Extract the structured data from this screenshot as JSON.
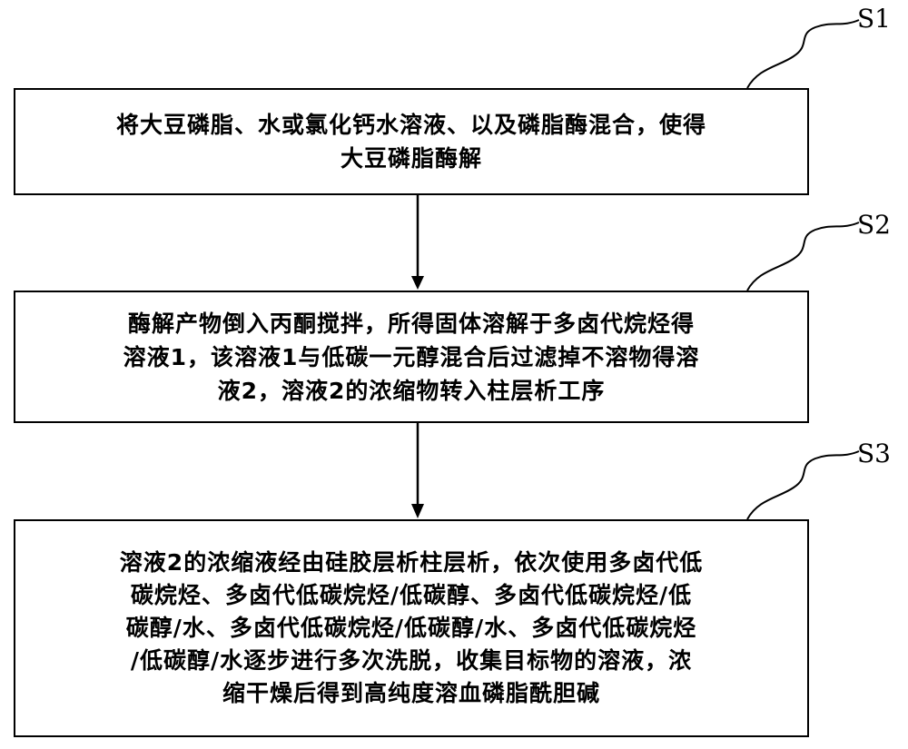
{
  "steps": [
    {
      "id": "S1",
      "text": "将大豆磷脂、水或氯化钙水溶液、以及磷脂酶混合，使得\n大豆磷脂酶解"
    },
    {
      "id": "S2",
      "text": "酶解产物倒入丙酮搅拌，所得固体溶解于多卤代烷烃得\n溶液1，该溶液1与低碳一元醇混合后过滤掉不溶物得溶\n液2，溶液2的浓缩物转入柱层析工序"
    },
    {
      "id": "S3",
      "text": "溶液2的浓缩液经由硅胶层析柱层析，依次使用多卤代低\n碳烷烃、多卤代低碳烷烃/低碳醇、多卤代低碳烷烃/低\n碳醇/水、多卤代低碳烷烃/低碳醇/水、多卤代低碳烷烃\n/低碳醇/水逐步进行多次洗脱，收集目标物的溶液，浓\n缩干燥后得到高纯度溶血磷脂酰胆碱"
    }
  ]
}
